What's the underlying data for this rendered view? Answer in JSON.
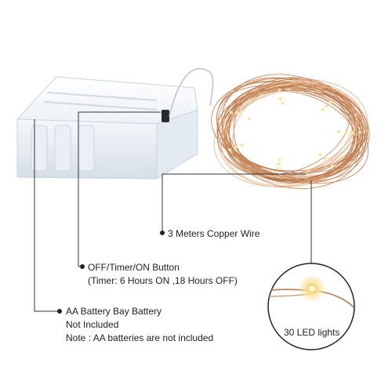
{
  "callouts": {
    "copper_wire": {
      "text": "3 Meters Copper Wire"
    },
    "button": {
      "line1": "OFF/Timer/ON Button",
      "line2": "(Timer: 6 Hours ON ,18 Hours OFF)"
    },
    "battery": {
      "line1": "AA Battery Bay Battery",
      "line2": "Not Included",
      "line3": "Note : AA batteries are not included"
    },
    "led": {
      "text": "30 LED lights"
    }
  },
  "colors": {
    "copper": "#c98a5c",
    "copper_light": "#e8b892",
    "led_glow": "#ffe39a",
    "text": "#222222",
    "leader_line": "#333333",
    "battery_box": "#eef3f7"
  }
}
